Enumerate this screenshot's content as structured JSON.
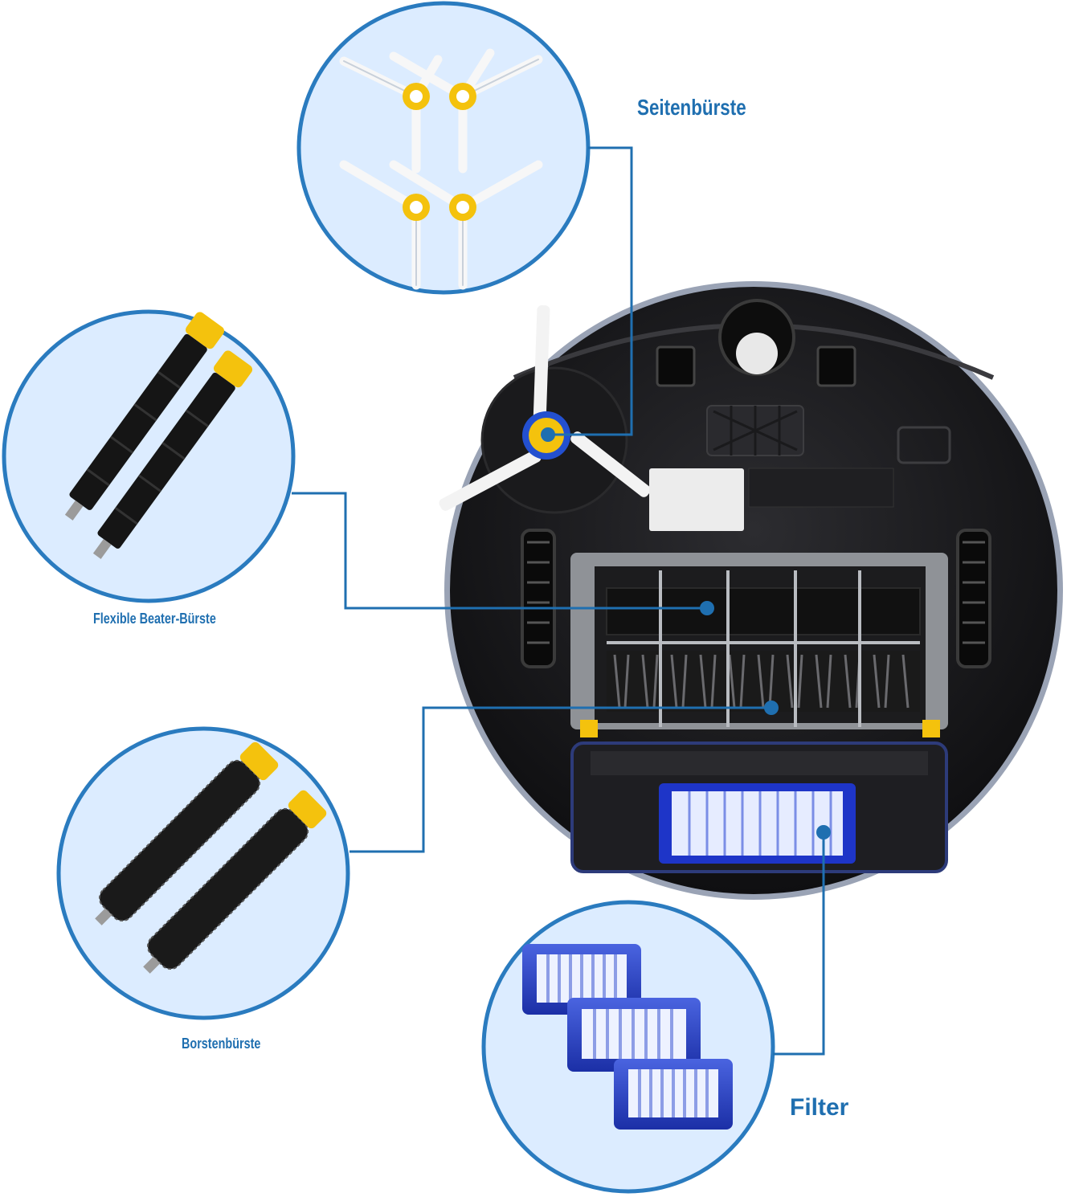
{
  "labels": {
    "side_brush": "Seitenbürste",
    "beater_brush": "Flexible Beater-Bürste",
    "bristle_brush": "Borstenbürste",
    "filter": "Filter"
  },
  "colors": {
    "accent": "#1f6fb0",
    "circle_fill": "#dcecff",
    "robot_body": "#1b1b1d",
    "yellow": "#f4c20d",
    "filter_blue": "#2a47c8"
  }
}
